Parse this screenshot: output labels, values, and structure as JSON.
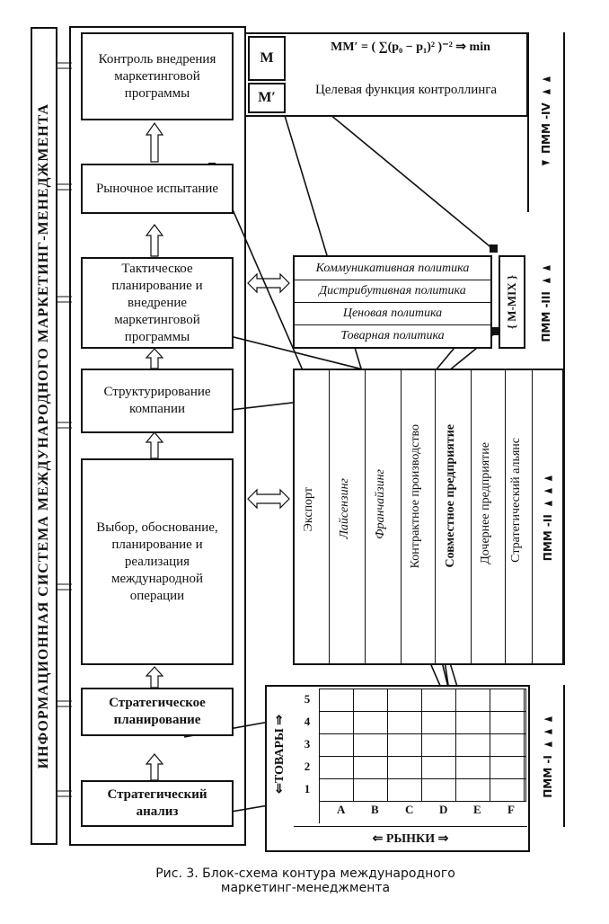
{
  "left_bar": {
    "title": "ИНФОРМАЦИОННАЯ СИСТЕМА МЕЖДУНАРОДНОГО МАРКЕТИНГ-МЕНЕДЖМЕНТА"
  },
  "blocks": {
    "control": "Контроль внедрения маркетинговой программы",
    "market_test": "Рыночное испытание",
    "tactical": "Тактическое планирование и внедрение маркетинговой программы",
    "structuring": "Структурирование компании",
    "operation": "Выбор, обоснование, планирование и реализация международной операции",
    "strategic_planning": "Стратегическое планирование",
    "strategic_analysis": "Стратегический анализ"
  },
  "objective": {
    "formula": "MM′ = ( ∑(p₀ − p₁)² )⁻² ⇒ min",
    "m_label": "M",
    "m_prime_label": "M′",
    "title": "Целевая функция контроллинга",
    "level": "◄ ПММ -IV ►►"
  },
  "policies": {
    "items": [
      "Коммуникативная политика",
      "Дистрибутивная политика",
      "Ценовая политика",
      "Товарная политика"
    ],
    "mix_label": "{ M-MIX }",
    "level": "ПММ -III ►►"
  },
  "forms": {
    "items": [
      "Экспорт",
      "Лайсензинг",
      "Франчайзинг",
      "Контрактное производство",
      "Совместное предприятие",
      "Дочернее предприятие",
      "Стратегический альянс"
    ],
    "level": "ПММ -II ►►►"
  },
  "matrix": {
    "rows": [
      "5",
      "4",
      "3",
      "2",
      "1"
    ],
    "cols": [
      "A",
      "B",
      "C",
      "D",
      "E",
      "F"
    ],
    "goods_label": "⇐ТОВАРЫ ⇒",
    "markets_label": "⇐ РЫНКИ ⇒",
    "level": "ПММ -I ►►►"
  },
  "caption": {
    "line1": "Рис. 3. Блок-схема контура международного",
    "line2": "маркетинг-менеджмента"
  }
}
